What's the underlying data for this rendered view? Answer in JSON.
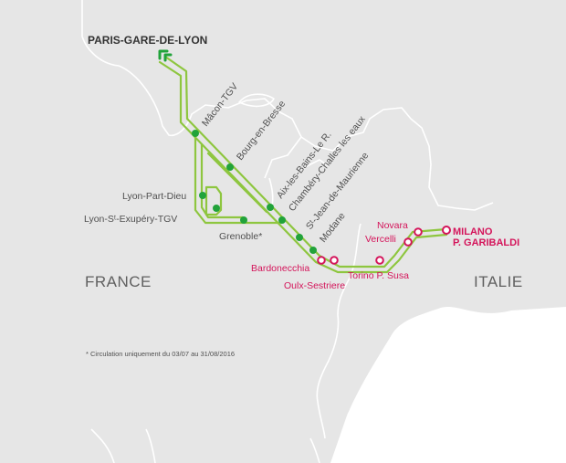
{
  "colors": {
    "sea": "#ffffff",
    "land": "#e6e6e6",
    "border": "#ffffff",
    "route_green": "#8ec63f",
    "station_green": "#21a33a",
    "italy_pink": "#d4145a",
    "label_gray": "#505050",
    "country_gray": "#606060"
  },
  "origin": {
    "label": "PARIS-GARE-DE-LYON",
    "icon": "arrow-up-left-icon"
  },
  "countries": {
    "france": "FRANCE",
    "italy": "ITALIE"
  },
  "stations_france": [
    {
      "id": "macon",
      "label": "Mâcon-TGV"
    },
    {
      "id": "bourg",
      "label": "Bourg-en-Bresse"
    },
    {
      "id": "aix",
      "label": "Aix-les-Bains-Le R."
    },
    {
      "id": "chambery",
      "label": "Chambéry-Challes les eaux"
    },
    {
      "id": "stjean",
      "label": "Sᵗ-Jean-de-Maurienne"
    },
    {
      "id": "modane",
      "label": "Modane"
    },
    {
      "id": "lyonpd",
      "label": "Lyon-Part-Dieu"
    },
    {
      "id": "lyonstex",
      "label": "Lyon-Sᵗ-Exupéry-TGV"
    },
    {
      "id": "grenoble",
      "label": "Grenoble*"
    }
  ],
  "stations_italy": [
    {
      "id": "bardonecchia",
      "label": "Bardonecchia"
    },
    {
      "id": "oulx",
      "label": "Oulx-Sestriere"
    },
    {
      "id": "torino",
      "label": "Torino P. Susa"
    },
    {
      "id": "vercelli",
      "label": "Vercelli"
    },
    {
      "id": "novara",
      "label": "Novara"
    }
  ],
  "destination": {
    "line1": "MILANO",
    "line2": "P. GARIBALDI"
  },
  "footnote": "* Circulation uniquement du 03/07 au 31/08/2016"
}
